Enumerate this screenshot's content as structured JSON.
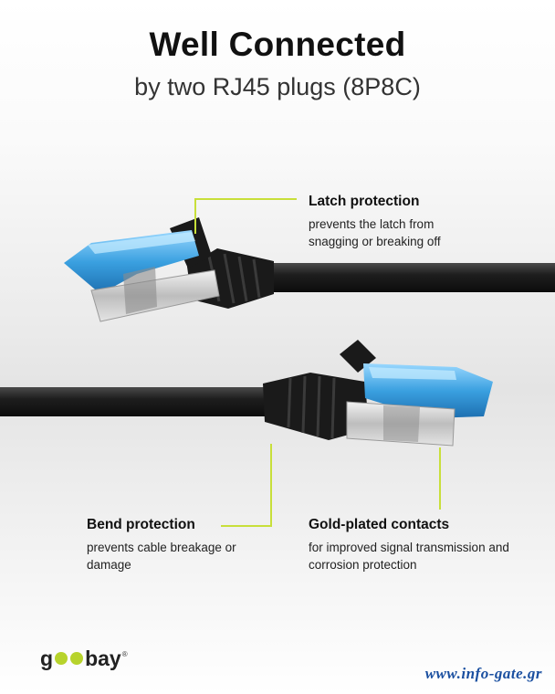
{
  "header": {
    "title": "Well Connected",
    "subtitle": "by two RJ45 plugs (8P8C)"
  },
  "callouts": {
    "latch": {
      "title": "Latch protection",
      "desc": "prevents the latch from snagging or breaking off"
    },
    "bend": {
      "title": "Bend protection",
      "desc": "prevents cable breakage or damage"
    },
    "gold": {
      "title": "Gold-plated contacts",
      "desc": "for improved signal transmission and corrosion protection"
    }
  },
  "brand": {
    "logo_text": "goobay",
    "logo_g": "g",
    "logo_bay": "bay",
    "registered": "®"
  },
  "watermark": "www.info-gate.gr",
  "colors": {
    "accent_line": "#c8df3a",
    "connector_blue": "#3aa0e0",
    "cable": "#1c1c1c",
    "shield": "#c9c9c9"
  }
}
